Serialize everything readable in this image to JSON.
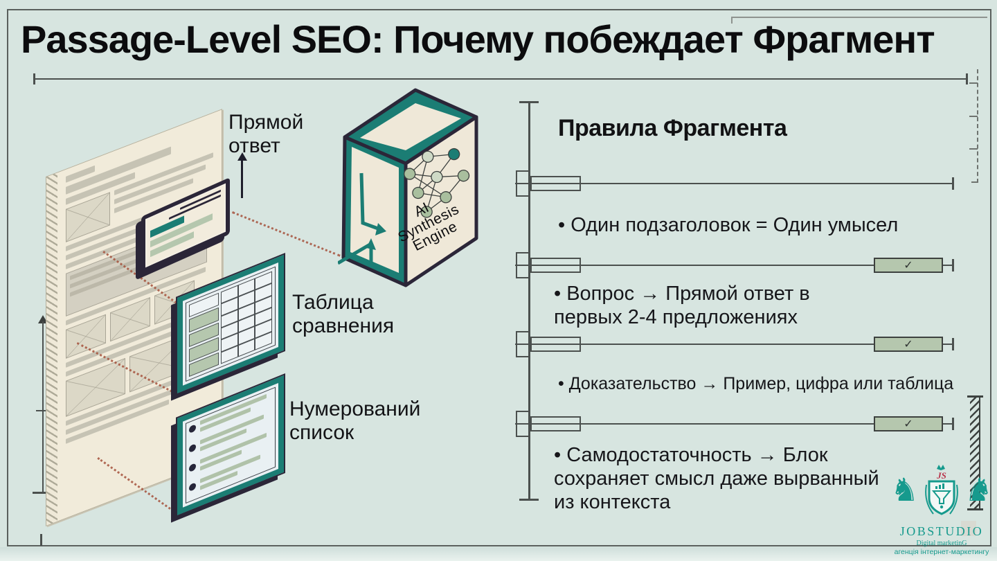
{
  "title": "Passage-Level SEO: Почему побеждает Фрагмент",
  "illustration": {
    "labels": {
      "direct_answer": "Прямой\nответ",
      "comparison_table": "Таблица\nсравнения",
      "numbered_list": "Нумерований\nсписок"
    },
    "engine_box_label": "AI\nSynthesis\nEngine"
  },
  "rules": {
    "heading": "Правила Фрагмента",
    "check_glyph": "✓",
    "items": [
      {
        "text": "• Один подзаголовок = Один умысел",
        "checked": false
      },
      {
        "text": "• Вопрос → Прямой ответ в\nпервых 2-4 предложениях",
        "checked": true
      },
      {
        "text": "• Доказательство → Пример, цифра или таблица",
        "checked": true
      },
      {
        "text": "• Самодостаточность → Блок\nсохраняет смысл даже вырванный\nиз контекста",
        "checked": true
      }
    ]
  },
  "logo": {
    "monogram": "JS",
    "name": "JOBSTUDIO",
    "tagline": "Digital marketinG",
    "subtitle": "агенція інтернет-маркетингу"
  },
  "colors": {
    "background": "#d7e5e0",
    "teal": "#1b7d74",
    "navy": "#2b2638",
    "sage": "#b5c7ae",
    "cream": "#f1ebda",
    "panel_face": "#e9f0f3",
    "connector_red": "#a5523c",
    "logo_teal": "#169a8d",
    "monogram_red": "#b8334a",
    "line_gray": "#4b504e"
  }
}
